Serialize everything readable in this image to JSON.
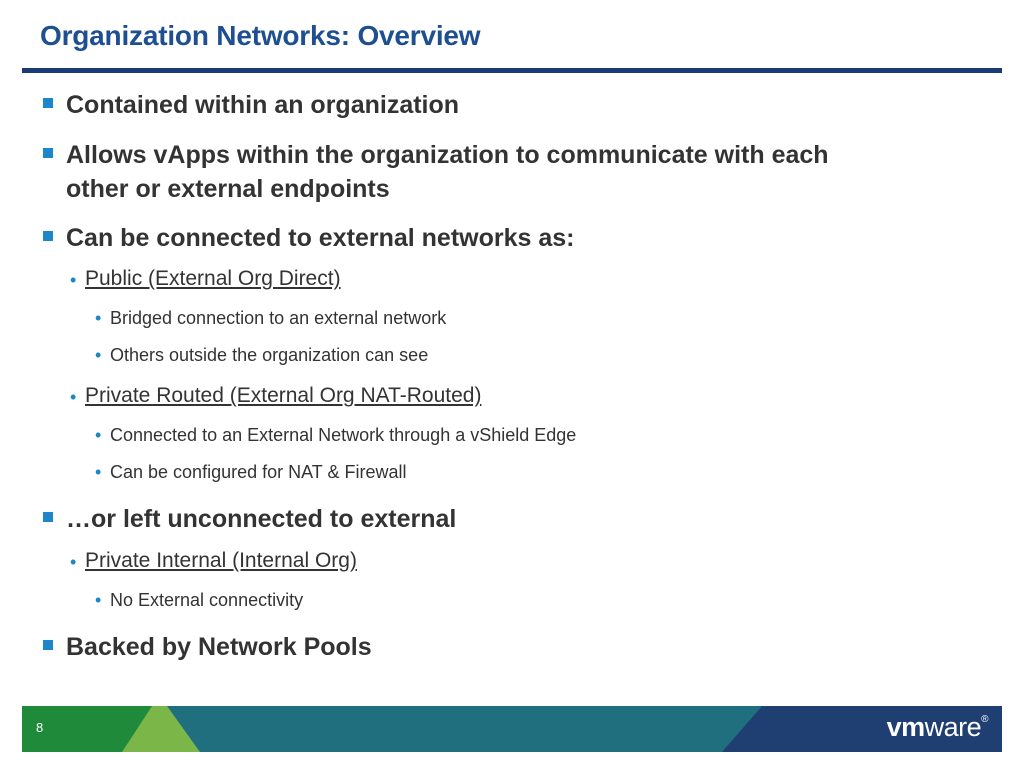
{
  "slide": {
    "title": "Organization Networks: Overview",
    "page_number": "8",
    "brand": {
      "vm": "vm",
      "ware": "ware",
      "mark": "®"
    }
  },
  "bullets": [
    {
      "level": 1,
      "text": "Contained within an organization"
    },
    {
      "level": 1,
      "text": "Allows vApps within the organization to communicate with each"
    },
    {
      "level": 1,
      "text": "other or external endpoints",
      "continuation": true
    },
    {
      "level": 1,
      "text": "Can be connected to external networks as:"
    },
    {
      "level": 2,
      "text": "Public (External Org Direct)"
    },
    {
      "level": 3,
      "text": "Bridged connection to an external network"
    },
    {
      "level": 3,
      "text": "Others outside the organization can see"
    },
    {
      "level": 2,
      "text": "Private Routed (External Org NAT-Routed)"
    },
    {
      "level": 3,
      "text": "Connected to an External Network through a vShield Edge"
    },
    {
      "level": 3,
      "text": "Can be configured for NAT & Firewall"
    },
    {
      "level": 1,
      "text": "…or left unconnected to external"
    },
    {
      "level": 2,
      "text": "Private Internal (Internal Org)"
    },
    {
      "level": 3,
      "text": "No External connectivity"
    },
    {
      "level": 1,
      "text": "Backed by Network Pools"
    }
  ],
  "colors": {
    "title": "#1d4f91",
    "rule": "#1b3a78",
    "bullet": "#1c86c8",
    "footer_green": "#1f8a3a",
    "footer_lightgreen": "#7ab648",
    "footer_teal": "#206f7e",
    "footer_navy": "#1f3f73"
  }
}
